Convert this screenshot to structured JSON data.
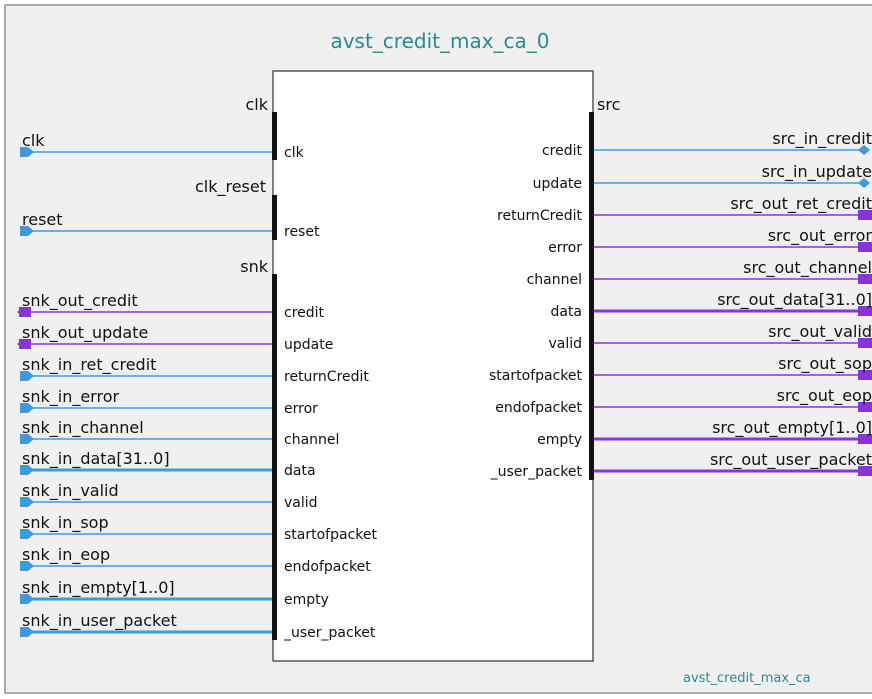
{
  "title": "avst_credit_max_ca_0",
  "instance_label": "avst_credit_max_ca",
  "colors": {
    "clock": "#3c9ae0",
    "data": "#8a34d6",
    "title": "#2a8a8e"
  },
  "interfaces": {
    "clk": "clk",
    "clk_reset": "clk_reset",
    "snk": "snk",
    "src": "src"
  },
  "left_ports": [
    {
      "signal": "clk",
      "port": "clk",
      "kind": "clock",
      "dir": "in",
      "bus": false
    },
    {
      "signal": "reset",
      "port": "reset",
      "kind": "clock",
      "dir": "in",
      "bus": false
    },
    {
      "signal": "snk_out_credit",
      "port": "credit",
      "kind": "data",
      "dir": "out",
      "bus": false
    },
    {
      "signal": "snk_out_update",
      "port": "update",
      "kind": "data",
      "dir": "out",
      "bus": false
    },
    {
      "signal": "snk_in_ret_credit",
      "port": "returnCredit",
      "kind": "clock",
      "dir": "in",
      "bus": false
    },
    {
      "signal": "snk_in_error",
      "port": "error",
      "kind": "clock",
      "dir": "in",
      "bus": false
    },
    {
      "signal": "snk_in_channel",
      "port": "channel",
      "kind": "clock",
      "dir": "in",
      "bus": false
    },
    {
      "signal": "snk_in_data[31..0]",
      "port": "data",
      "kind": "clock",
      "dir": "in",
      "bus": true
    },
    {
      "signal": "snk_in_valid",
      "port": "valid",
      "kind": "clock",
      "dir": "in",
      "bus": false
    },
    {
      "signal": "snk_in_sop",
      "port": "startofpacket",
      "kind": "clock",
      "dir": "in",
      "bus": false
    },
    {
      "signal": "snk_in_eop",
      "port": "endofpacket",
      "kind": "clock",
      "dir": "in",
      "bus": false
    },
    {
      "signal": "snk_in_empty[1..0]",
      "port": "empty",
      "kind": "clock",
      "dir": "in",
      "bus": true
    },
    {
      "signal": "snk_in_user_packet",
      "port": "_user_packet",
      "kind": "clock",
      "dir": "in",
      "bus": true
    }
  ],
  "right_ports": [
    {
      "signal": "src_in_credit",
      "port": "credit",
      "kind": "clock",
      "dir": "in",
      "bus": false
    },
    {
      "signal": "src_in_update",
      "port": "update",
      "kind": "clock",
      "dir": "in",
      "bus": false
    },
    {
      "signal": "src_out_ret_credit",
      "port": "returnCredit",
      "kind": "data",
      "dir": "out",
      "bus": false
    },
    {
      "signal": "src_out_error",
      "port": "error",
      "kind": "data",
      "dir": "out",
      "bus": false
    },
    {
      "signal": "src_out_channel",
      "port": "channel",
      "kind": "data",
      "dir": "out",
      "bus": false
    },
    {
      "signal": "src_out_data[31..0]",
      "port": "data",
      "kind": "data",
      "dir": "out",
      "bus": true
    },
    {
      "signal": "src_out_valid",
      "port": "valid",
      "kind": "data",
      "dir": "out",
      "bus": false
    },
    {
      "signal": "src_out_sop",
      "port": "startofpacket",
      "kind": "data",
      "dir": "out",
      "bus": false
    },
    {
      "signal": "src_out_eop",
      "port": "endofpacket",
      "kind": "data",
      "dir": "out",
      "bus": false
    },
    {
      "signal": "src_out_empty[1..0]",
      "port": "empty",
      "kind": "data",
      "dir": "out",
      "bus": true
    },
    {
      "signal": "src_out_user_packet",
      "port": "_user_packet",
      "kind": "data",
      "dir": "out",
      "bus": true
    }
  ]
}
